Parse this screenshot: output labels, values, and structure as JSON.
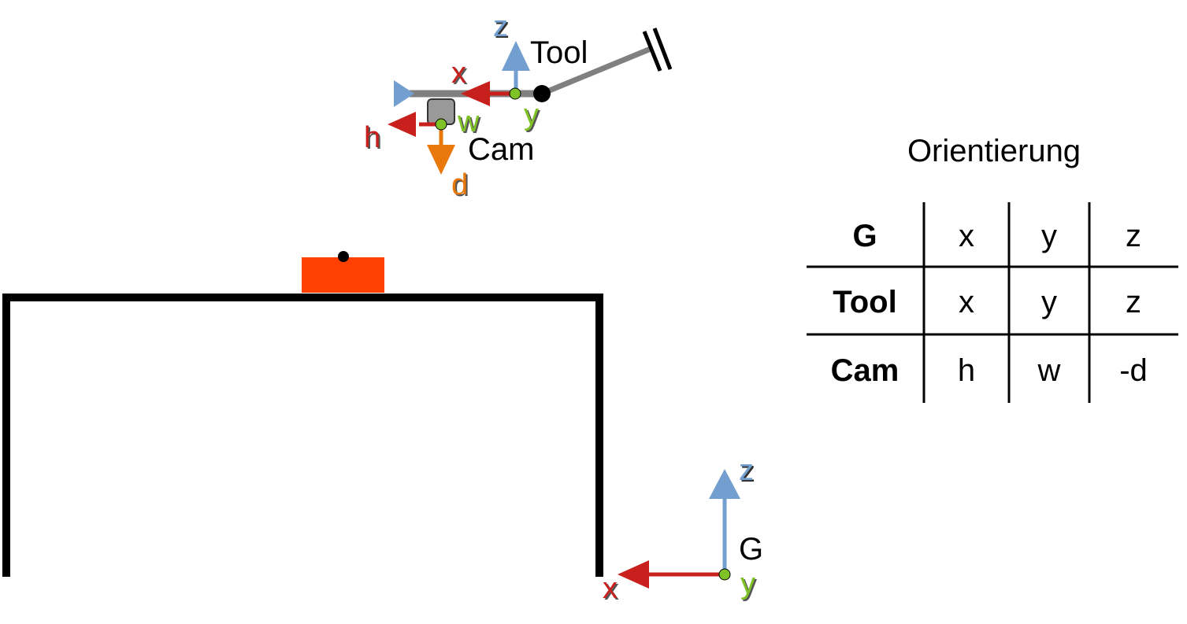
{
  "colors": {
    "x_axis": "#c8201c",
    "y_axis": "#7ec225",
    "z_axis": "#729fcf",
    "d_axis": "#e8780c",
    "object": "#ff4000",
    "arm": "#808080",
    "cam_body": "#999999",
    "frame": "#000000"
  },
  "tool_frame": {
    "name": "Tool",
    "axes": {
      "x": "x",
      "y": "y",
      "z": "z"
    }
  },
  "cam_frame": {
    "name": "Cam",
    "axes": {
      "h": "h",
      "w": "w",
      "d": "d"
    }
  },
  "ground_frame": {
    "name": "G",
    "axes": {
      "x": "x",
      "y": "y",
      "z": "z"
    }
  },
  "table": {
    "title": "Orientierung",
    "rows": [
      {
        "frame": "G",
        "cells": [
          "x",
          "y",
          "z"
        ]
      },
      {
        "frame": "Tool",
        "cells": [
          "x",
          "y",
          "z"
        ]
      },
      {
        "frame": "Cam",
        "cells": [
          "h",
          "w",
          "-d"
        ]
      }
    ]
  }
}
